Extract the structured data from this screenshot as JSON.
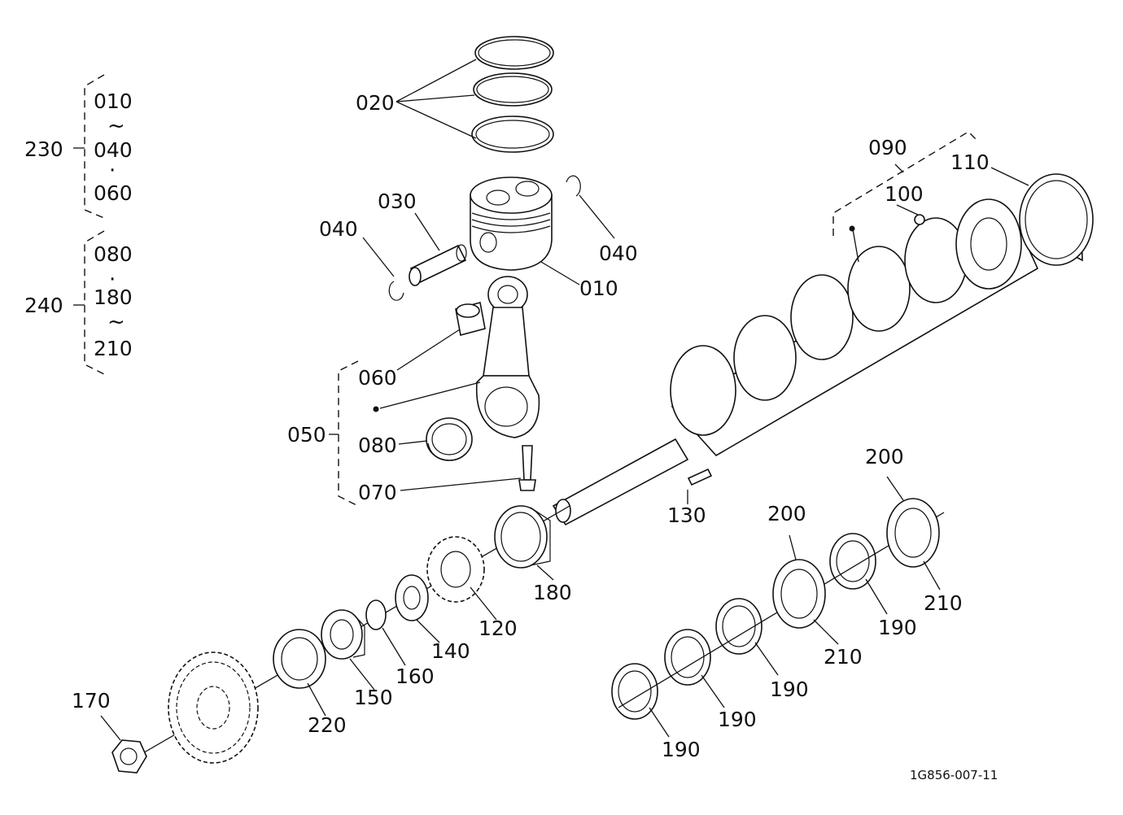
{
  "labels": {
    "p010": "010",
    "p020": "020",
    "p030": "030",
    "p040_left": "040",
    "p040_right": "040",
    "p050": "050",
    "p060": "060",
    "p070": "070",
    "p080": "080",
    "p090": "090",
    "p100": "100",
    "p110": "110",
    "p120": "120",
    "p130": "130",
    "p140": "140",
    "p150": "150",
    "p160": "160",
    "p170": "170",
    "p180": "180",
    "p190_a": "190",
    "p190_b": "190",
    "p190_c": "190",
    "p190_d": "190",
    "p200_a": "200",
    "p200_b": "200",
    "p210_a": "210",
    "p210_b": "210",
    "p220": "220"
  },
  "kits": {
    "k230": {
      "code": "230",
      "line1": "010",
      "sep1": "~",
      "line2": "040",
      "sep2": "·",
      "line3": "060"
    },
    "k240": {
      "code": "240",
      "line1": "080",
      "sep1": "·",
      "line2": "180",
      "sep2": "~",
      "line3": "210"
    }
  },
  "reference": "1G856-007-11"
}
